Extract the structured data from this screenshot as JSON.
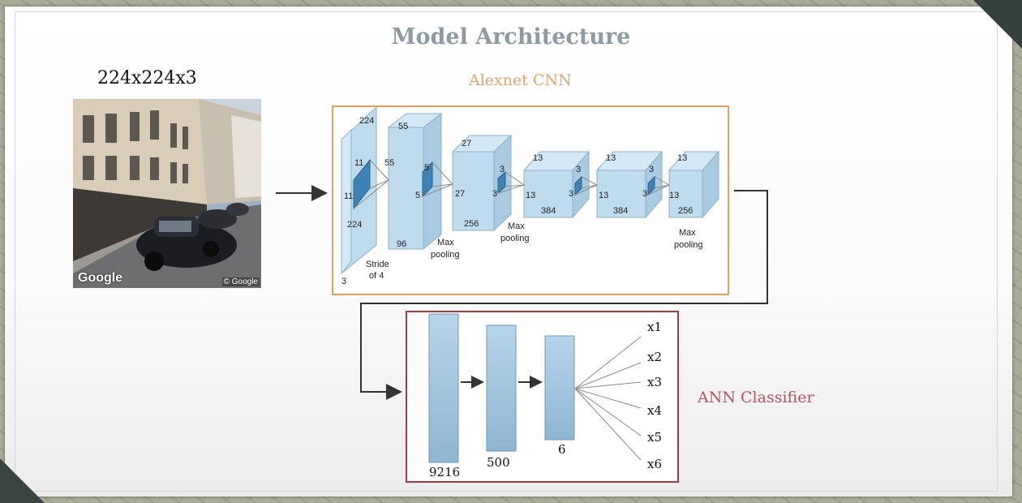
{
  "title": "Model Architecture",
  "input": {
    "dims_label": "224x224x3",
    "photo_brand": "Google",
    "photo_credit": "© Google"
  },
  "alexnet": {
    "label": "Alexnet CNN",
    "layer1": {
      "top": "224",
      "kernel_a": "11",
      "kernel_b": "11",
      "side": "224",
      "depth": "3",
      "stride": "Stride",
      "stride2": "of 4"
    },
    "layer2": {
      "top": "55",
      "side": "55",
      "kernel_a": "5",
      "kernel_b": "5",
      "depth": "96",
      "pool": "Max",
      "pool2": "pooling"
    },
    "layer3": {
      "top": "27",
      "side": "27",
      "kernel_a": "3",
      "kernel_b": "3",
      "depth": "256",
      "pool": "Max",
      "pool2": "pooling"
    },
    "layer4": {
      "top": "13",
      "side": "13",
      "kernel_a": "3",
      "kernel_b": "3",
      "depth": "384"
    },
    "layer5": {
      "top": "13",
      "side": "13",
      "kernel_a": "3",
      "kernel_b": "3",
      "depth": "384"
    },
    "layer6": {
      "top": "13",
      "side": "13",
      "depth": "256",
      "pool": "Max",
      "pool2": "pooling"
    }
  },
  "ann": {
    "label": "ANN Classifier",
    "layers": [
      "9216",
      "500",
      "6"
    ],
    "outputs": [
      "x1",
      "x2",
      "x3",
      "x4",
      "x5",
      "x6"
    ]
  },
  "colors": {
    "title": "#8e9aa2",
    "alexnet_accent": "#e0a162",
    "ann_accent": "#a83a46",
    "block_fill": "#bfdcef",
    "kernel_fill": "#3f83b4",
    "ann_bar": "#9cc2dc"
  }
}
